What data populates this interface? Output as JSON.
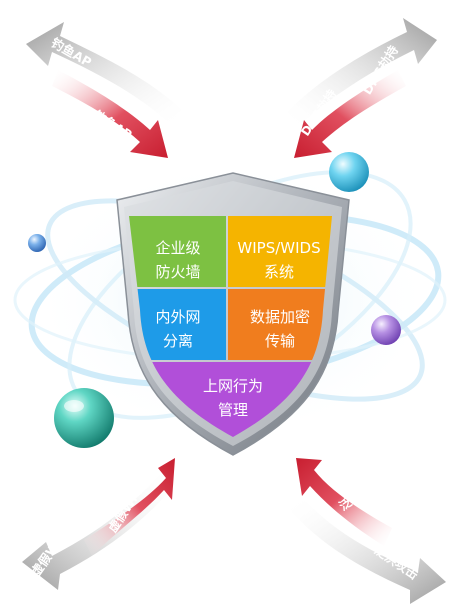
{
  "shield": {
    "cells": [
      {
        "id": "firewall",
        "line1": "企业级",
        "line2": "防火墙",
        "color": "#7dc142"
      },
      {
        "id": "wips",
        "line1": "WIPS/WIDS",
        "line2": "系统",
        "color": "#f5b400"
      },
      {
        "id": "isolation",
        "line1": "内外网",
        "line2": "分离",
        "color": "#1e9be8"
      },
      {
        "id": "encryption",
        "line1": "数据加密",
        "line2": "传输",
        "color": "#f07d1e"
      },
      {
        "id": "behavior",
        "line1": "上网行为",
        "line2": "管理",
        "color": "#b14fd9"
      }
    ],
    "frame_color": "#b8bcc2"
  },
  "threats": {
    "phishing_ap_out": "钓鱼AP",
    "phishing_ap_in": "钓鱼AP",
    "dns_hijack_out": "DNS劫持",
    "dns_hijack_in": "DNS劫持",
    "fake_wifi_out": "虚假Wi-Fi",
    "fake_wifi_in": "虚假Wi-Fi",
    "flood_attack_out": "泛洪攻击",
    "flood_attack_in": "泛洪攻击"
  },
  "colors": {
    "arrow_out": "#8c8c8c",
    "arrow_in": "#d42a3a",
    "orbit": "#bfe3f5",
    "sphere_teal": "#2fb8a8",
    "sphere_cyan": "#4fc3e6",
    "sphere_purple": "#9b6fd0",
    "sphere_blue": "#4a8fd8"
  }
}
